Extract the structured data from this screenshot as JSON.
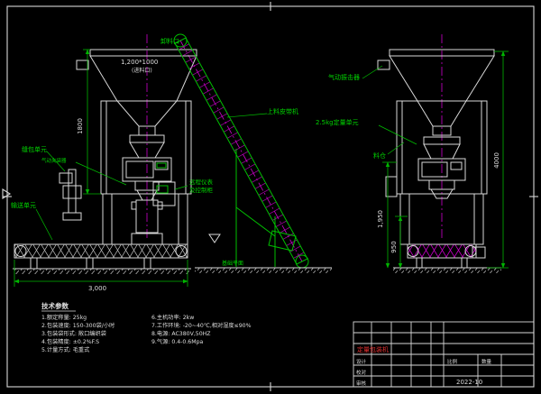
{
  "colors": {
    "line": "#d8d8d8",
    "green": "#00c000",
    "magenta": "#cc00cc",
    "red": "#e03030",
    "dim": "#00b400"
  },
  "labels": {
    "discharge_port": "卸料口",
    "hopper_size": "1,200*1000",
    "hopper_port": "(进料口)",
    "vibrator": "气动振击器",
    "sewing_unit": "缝包单元",
    "bag_clamp": "气动夹袋器",
    "conveyor_unit": "输送单元",
    "remote_line1": "远程仪表",
    "remote_line2": "及控制柜",
    "feed_belt": "上料皮带机",
    "dosing_unit": "2.5kg定量单元",
    "silo": "料仓",
    "ground_note": "基础平面"
  },
  "dimensions": {
    "left_height": "1800",
    "overall_height": "4000",
    "right_mid_height": "1,950",
    "right_low_height": "950",
    "conveyor_length": "3,000"
  },
  "tech_params": {
    "title": "技术参数",
    "left": [
      "1.额定称量: 25kg",
      "2.包装速度: 150-300袋/小时",
      "3.包装袋形式: 敞口编织袋",
      "4.包装精度: ±0.2%F.S",
      "5.计量方式: 毛重式"
    ],
    "right": [
      "6.主机功率: 2kw",
      "7.工作环境: -20~40℃,相对湿度≤90%",
      "8.电源: AC380V,50HZ",
      "9.气源: 0.4-0.6Mpa"
    ]
  },
  "title_block": {
    "title": "定量包装机",
    "row1": "设计",
    "row2": "校对",
    "row3": "审核",
    "scale_label": "比例",
    "qty_label": "数量",
    "drawing_no": "2022-10"
  }
}
